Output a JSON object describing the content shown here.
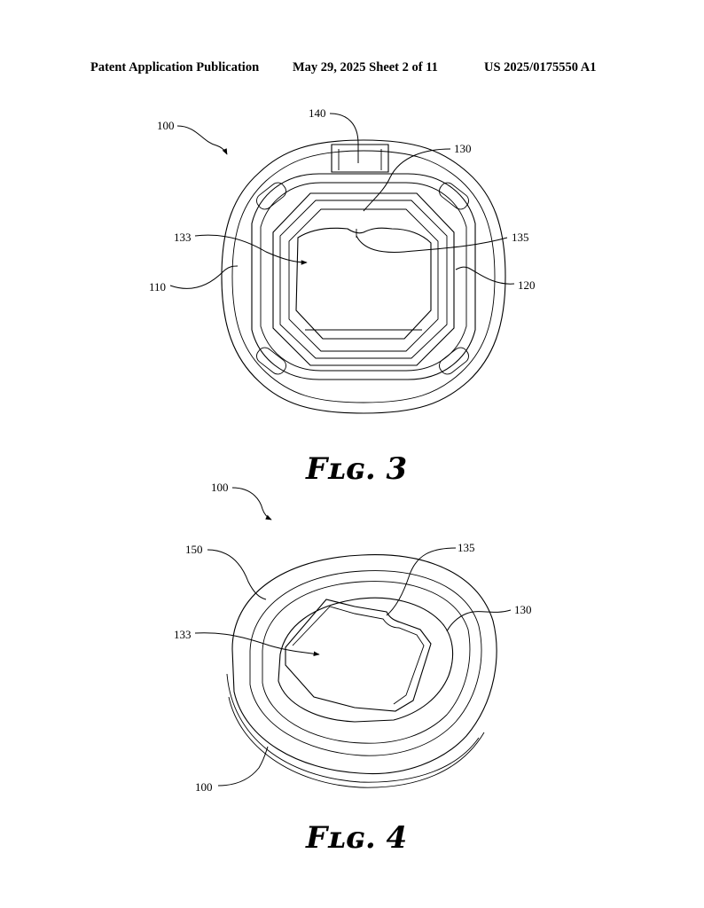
{
  "header": {
    "publication": "Patent Application Publication",
    "date_sheet": "May 29, 2025  Sheet 2 of 11",
    "pub_number": "US 2025/0175550 A1"
  },
  "figure3": {
    "caption": "Fʟɢ. 3",
    "refs": {
      "r100": "100",
      "r140": "140",
      "r130": "130",
      "r133": "133",
      "r135": "135",
      "r110": "110",
      "r120": "120"
    }
  },
  "figure4": {
    "caption": "Fʟɢ. 4",
    "refs": {
      "r100_top": "100",
      "r150": "150",
      "r135": "135",
      "r130": "130",
      "r133": "133",
      "r100_bottom": "100"
    }
  }
}
